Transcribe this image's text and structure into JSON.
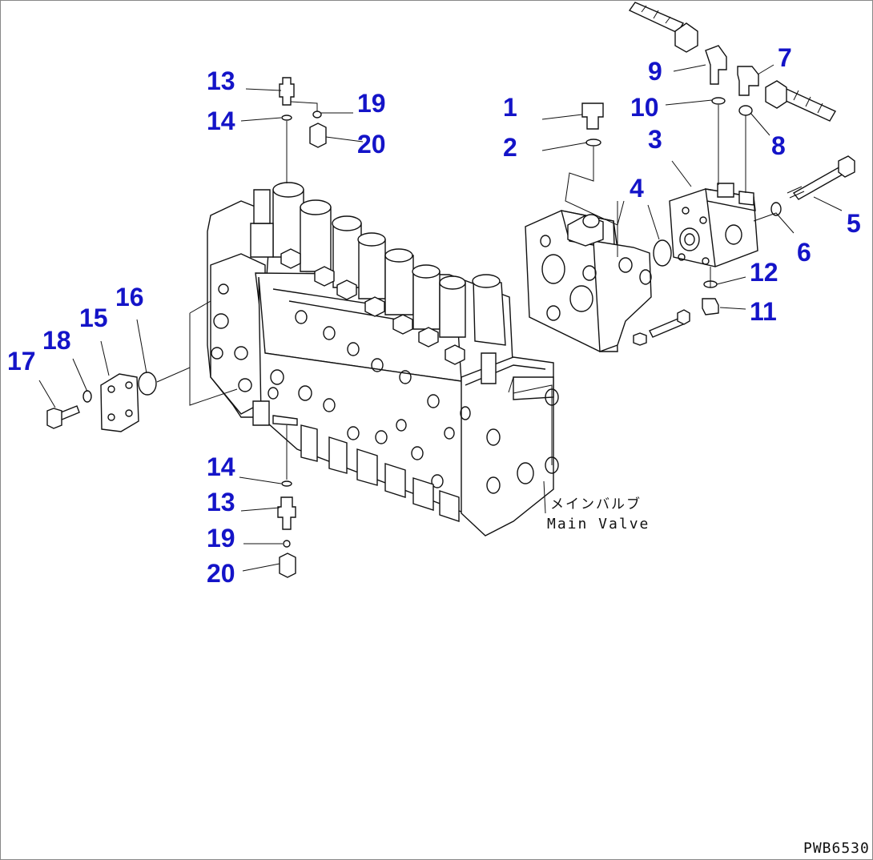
{
  "drawing_code": "PWB6530",
  "main_valve": {
    "label_jp": "メインバルブ",
    "label_en": "Main Valve"
  },
  "callouts": [
    {
      "id": "c1",
      "text": "1"
    },
    {
      "id": "c2",
      "text": "2"
    },
    {
      "id": "c3",
      "text": "3"
    },
    {
      "id": "c4",
      "text": "4"
    },
    {
      "id": "c5",
      "text": "5"
    },
    {
      "id": "c6",
      "text": "6"
    },
    {
      "id": "c7",
      "text": "7"
    },
    {
      "id": "c8",
      "text": "8"
    },
    {
      "id": "c9",
      "text": "9"
    },
    {
      "id": "c10",
      "text": "10"
    },
    {
      "id": "c11",
      "text": "11"
    },
    {
      "id": "c12",
      "text": "12"
    },
    {
      "id": "c13a",
      "text": "13"
    },
    {
      "id": "c14a",
      "text": "14"
    },
    {
      "id": "c15",
      "text": "15"
    },
    {
      "id": "c16",
      "text": "16"
    },
    {
      "id": "c17",
      "text": "17"
    },
    {
      "id": "c18",
      "text": "18"
    },
    {
      "id": "c19a",
      "text": "19"
    },
    {
      "id": "c20a",
      "text": "20"
    },
    {
      "id": "c14b",
      "text": "14"
    },
    {
      "id": "c13b",
      "text": "13"
    },
    {
      "id": "c19b",
      "text": "19"
    },
    {
      "id": "c20b",
      "text": "20"
    }
  ]
}
